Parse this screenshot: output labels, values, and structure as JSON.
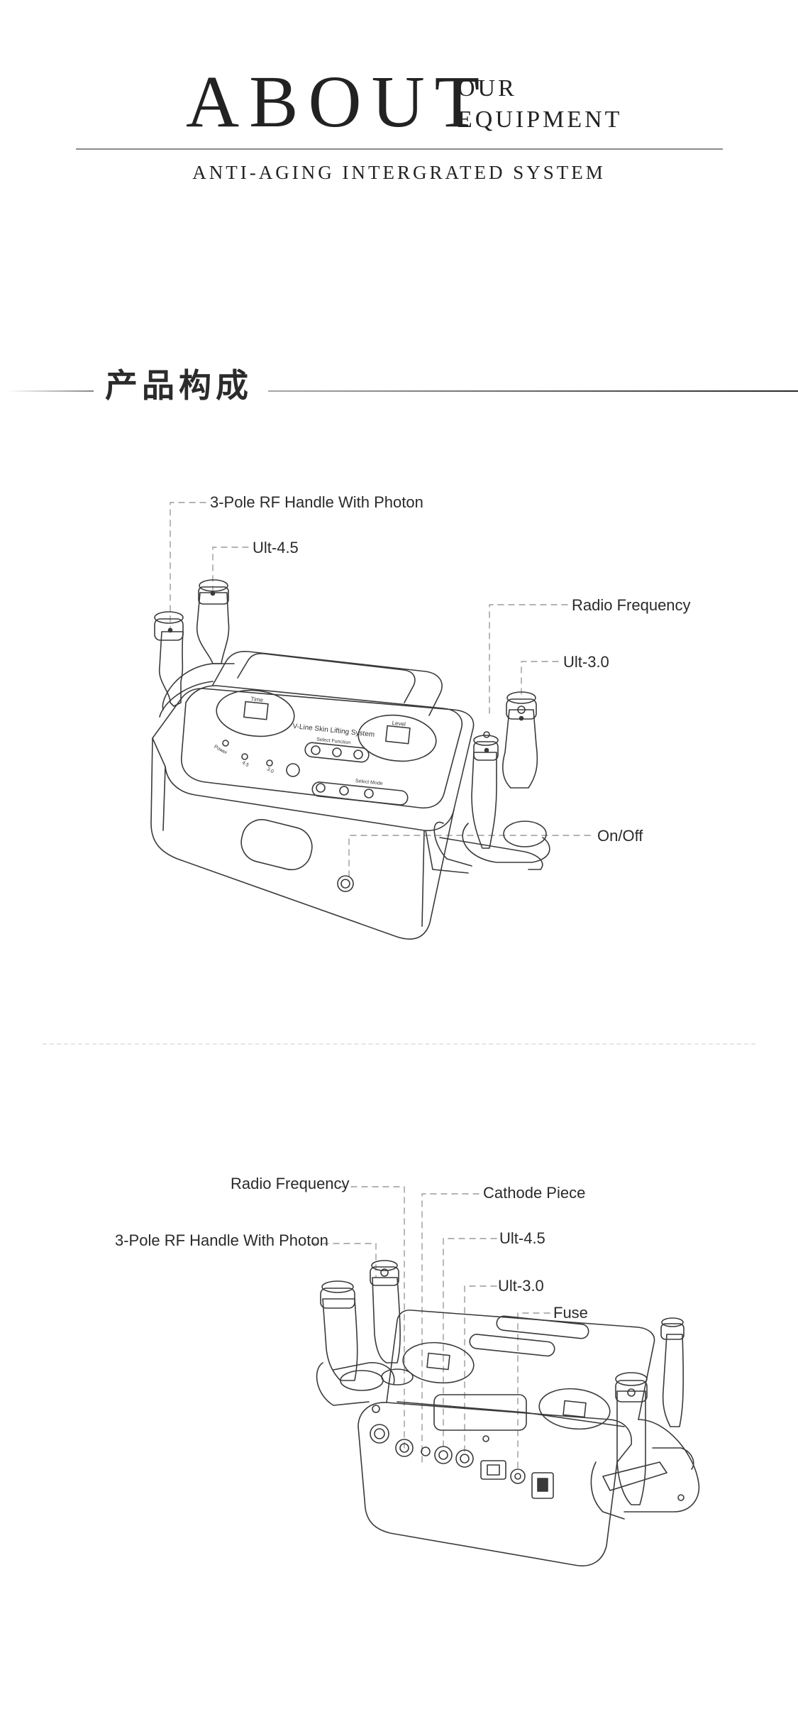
{
  "header": {
    "about": "ABOUT",
    "our": "OUR",
    "equipment": "EQUIPMENT",
    "subtitle": "ANTI-AGING INTERGRATED SYSTEM"
  },
  "section": {
    "title": "产品构成"
  },
  "front_view": {
    "labels": {
      "rf_handle": "3-Pole RF Handle With Photon",
      "ult45": "Ult-4.5",
      "radio_frequency": "Radio Frequency",
      "ult30": "Ult-3.0",
      "on_off": "On/Off"
    },
    "panel_text": {
      "brand": "V-Line Skin Lifting System",
      "left_display": "Time",
      "right_display": "Level",
      "select_function": "Select Function",
      "select_mode": "Select Mode",
      "power": "Power",
      "v1": "4.5",
      "v2": "3.0"
    }
  },
  "rear_view": {
    "labels": {
      "radio_frequency": "Radio Frequency",
      "rf_handle": "3-Pole RF Handle With Photon",
      "cathode": "Cathode Piece",
      "ult45": "Ult-4.5",
      "ult30": "Ult-3.0",
      "fuse": "Fuse"
    }
  },
  "colors": {
    "line": "#3a3a3a",
    "leader": "#9a9a9a",
    "text": "#222222"
  }
}
